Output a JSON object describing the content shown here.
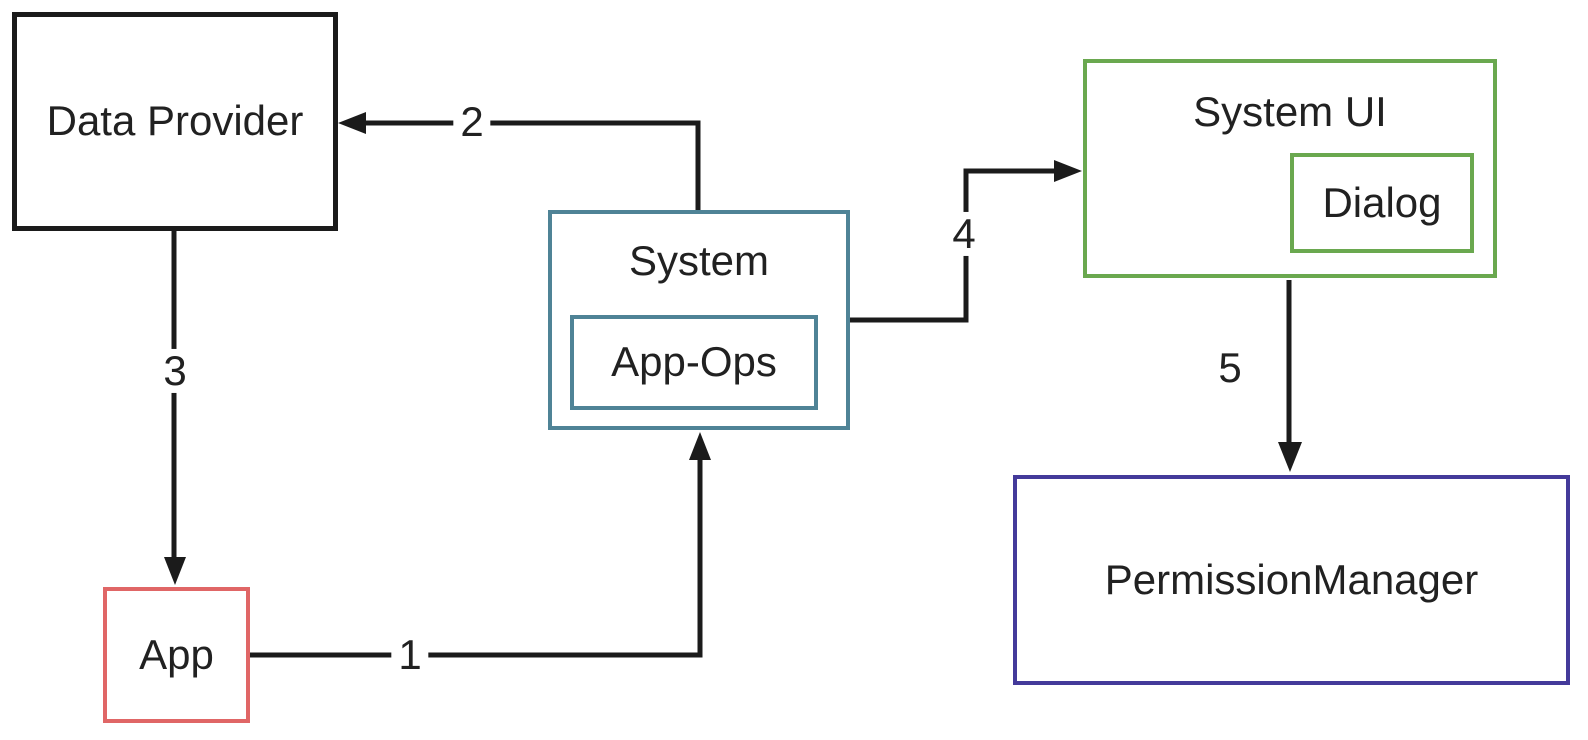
{
  "diagram_type": "flow-diagram",
  "colors": {
    "background": "#ffffff",
    "line_color": "#1b1b1b",
    "text_color": "#212121",
    "data_provider_border": "#1b1b1b",
    "app_border": "#e06666",
    "system_border": "#4f8396",
    "system_ui_border": "#6aa84f",
    "permission_manager_border": "#443a9a"
  },
  "nodes": {
    "data_provider": {
      "label": "Data Provider"
    },
    "app": {
      "label": "App"
    },
    "system": {
      "label": "System"
    },
    "app_ops": {
      "label": "App-Ops"
    },
    "system_ui": {
      "label": "System UI"
    },
    "dialog": {
      "label": "Dialog"
    },
    "permission_manager": {
      "label": "PermissionManager"
    }
  },
  "edges": [
    {
      "label": "1",
      "from": "App",
      "to": "System"
    },
    {
      "label": "2",
      "from": "System",
      "to": "Data Provider"
    },
    {
      "label": "3",
      "from": "Data Provider",
      "to": "App"
    },
    {
      "label": "4",
      "from": "System",
      "to": "System UI"
    },
    {
      "label": "5",
      "from": "System UI",
      "to": "PermissionManager"
    }
  ]
}
